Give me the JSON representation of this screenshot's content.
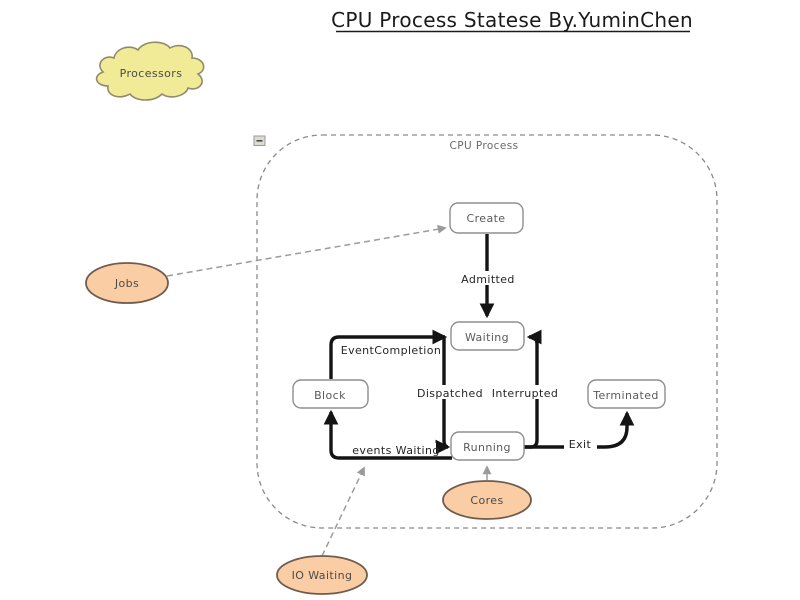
{
  "title": "CPU Process Statese By.YuminChen",
  "cloud": {
    "label": "Processors"
  },
  "container": {
    "label": "CPU Process",
    "collapse_icon": "minus"
  },
  "states": {
    "create": {
      "label": "Create"
    },
    "waiting": {
      "label": "Waiting"
    },
    "block": {
      "label": "Block"
    },
    "running": {
      "label": "Running"
    },
    "terminated": {
      "label": "Terminated"
    }
  },
  "actors": {
    "jobs": {
      "label": "Jobs"
    },
    "cores": {
      "label": "Cores"
    },
    "io_waiting": {
      "label": "IO Waiting"
    }
  },
  "transitions": {
    "admitted": {
      "label": "Admitted"
    },
    "event_completion": {
      "label": "EventCompletion"
    },
    "dispatched": {
      "label": "Dispatched"
    },
    "interrupted": {
      "label": "Interrupted"
    },
    "events_waiting": {
      "label": "events Waiting"
    },
    "exit": {
      "label": "Exit"
    }
  },
  "colors": {
    "state_fill": "#ffffff",
    "state_stroke": "#8f8f8f",
    "actor_fill": "#fbcda4",
    "actor_stroke": "#6f5c4e",
    "cloud_fill": "#f1ea97",
    "cloud_stroke": "#8f8c6b",
    "flow_arrow": "#141414",
    "dashed_arrow": "#9b9b9b",
    "container_border": "#8a8a8a"
  }
}
